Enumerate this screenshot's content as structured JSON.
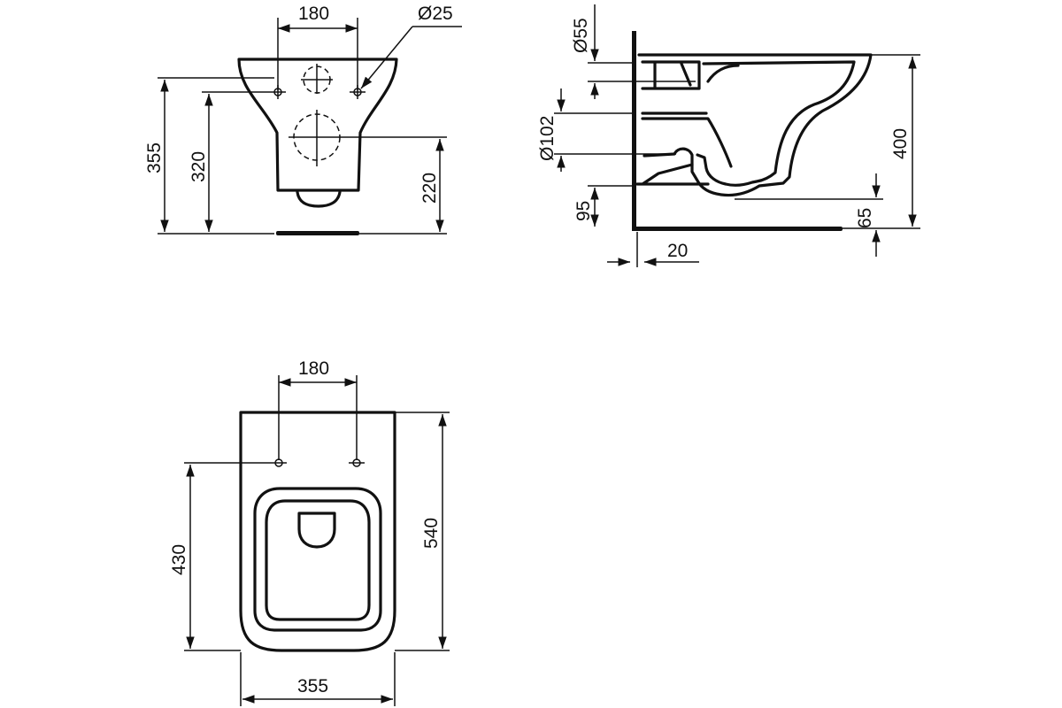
{
  "views": {
    "front": {
      "dims": {
        "width_holes": "180",
        "hole_diameter": "Ø25",
        "overall_height": "355",
        "hole_height": "320",
        "outlet_height": "220"
      }
    },
    "side": {
      "dims": {
        "inlet_diameter": "Ø55",
        "outlet_diameter": "Ø102",
        "outlet_offset": "95",
        "wall_gap": "20",
        "rim_height": "400",
        "base_gap": "65"
      }
    },
    "top": {
      "dims": {
        "width_holes": "180",
        "overall_width": "355",
        "hole_to_front": "430",
        "overall_length": "540"
      }
    }
  }
}
